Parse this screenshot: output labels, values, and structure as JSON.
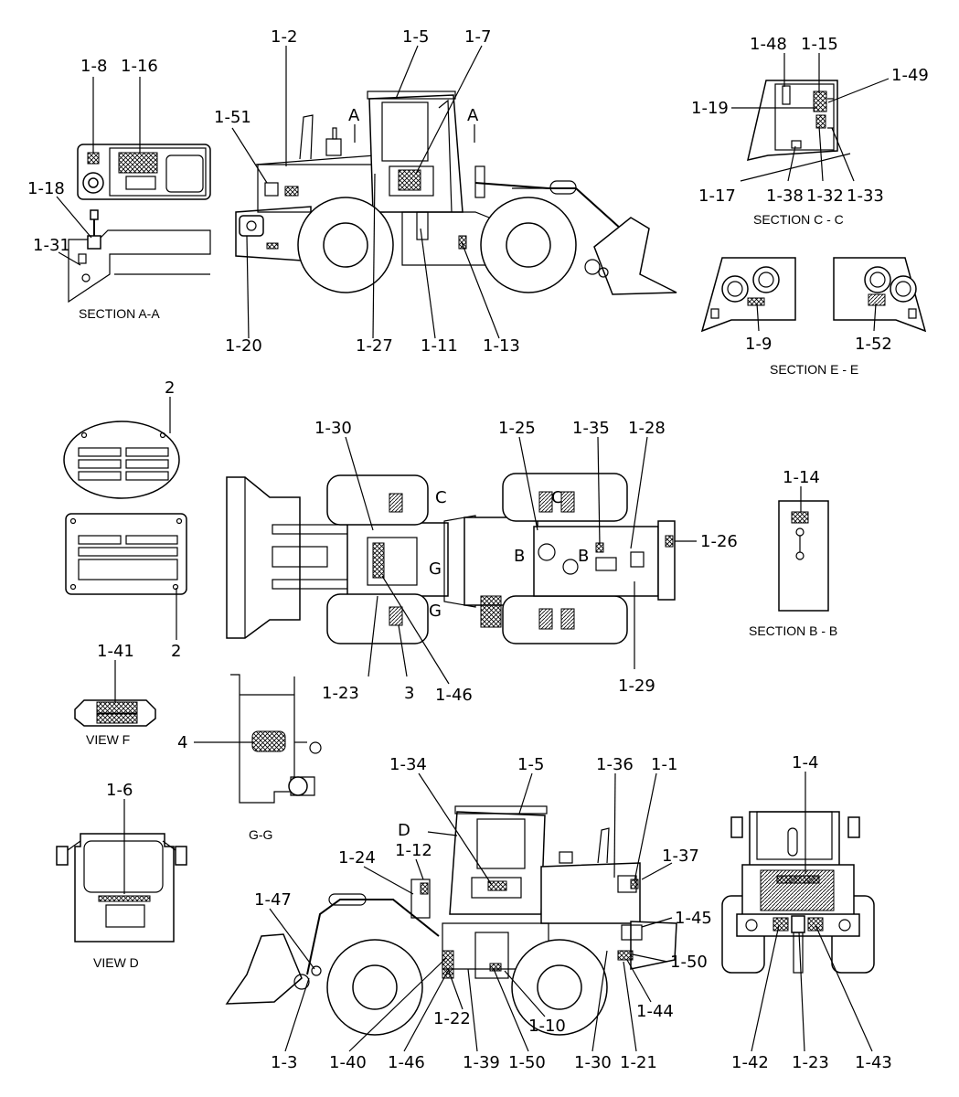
{
  "side_view_top": {
    "labels": [
      "1-2",
      "1-5",
      "1-7",
      "1-51",
      "A",
      "A",
      "1-20",
      "1-27",
      "1-11",
      "1-13"
    ]
  },
  "section_a": {
    "labels": [
      "1-8",
      "1-16",
      "1-18",
      "1-31"
    ],
    "caption": "SECTION A-A"
  },
  "section_c": {
    "labels": [
      "1-48",
      "1-15",
      "1-49",
      "1-19",
      "1-17",
      "1-38",
      "1-32",
      "1-33"
    ],
    "caption": "SECTION C - C"
  },
  "section_e": {
    "labels": [
      "1-9",
      "1-52"
    ],
    "caption": "SECTION E - E"
  },
  "plates": {
    "labels": [
      "2",
      "2"
    ]
  },
  "top_view": {
    "labels": [
      "1-30",
      "1-25",
      "1-35",
      "1-28",
      "1-26",
      "C",
      "C",
      "B",
      "B",
      "G",
      "G",
      "1-23",
      "3",
      "1-46",
      "1-29"
    ]
  },
  "section_b": {
    "labels": [
      "1-14"
    ],
    "caption": "SECTION B - B"
  },
  "view_f": {
    "labels": [
      "1-41"
    ],
    "caption": "VIEW F"
  },
  "section_g": {
    "labels": [
      "4"
    ],
    "caption": "G-G"
  },
  "view_d": {
    "labels": [
      "1-6"
    ],
    "caption": "VIEW D"
  },
  "side_view_bottom": {
    "labels": [
      "1-34",
      "1-5",
      "1-36",
      "1-1",
      "D",
      "1-37",
      "1-24",
      "1-12",
      "1-45",
      "1-47",
      "1-50",
      "1-44",
      "1-22",
      "1-10",
      "1-3",
      "1-40",
      "1-46",
      "1-39",
      "1-50",
      "1-30",
      "1-21"
    ]
  },
  "rear_view": {
    "labels": [
      "1-4",
      "1-42",
      "1-23",
      "1-43"
    ]
  }
}
